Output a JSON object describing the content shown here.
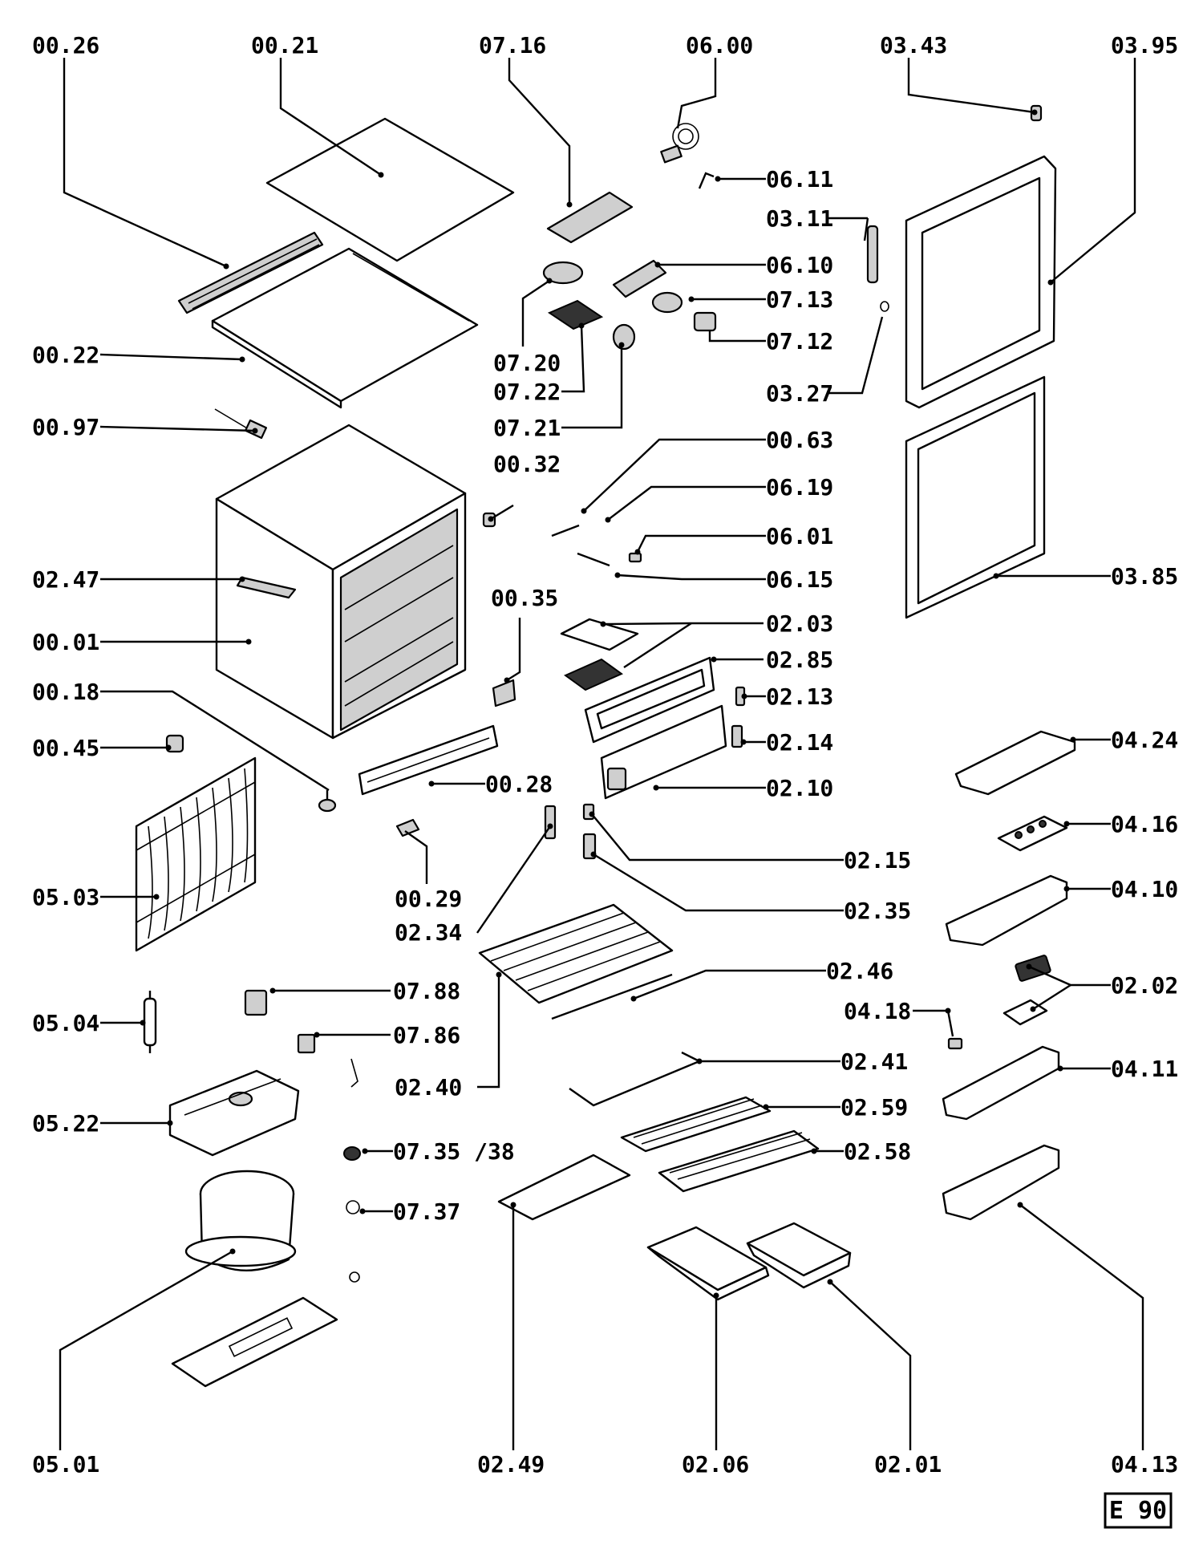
{
  "diagram_code": "E 90",
  "labels": {
    "p0026": "00.26",
    "p0021": "00.21",
    "p0716": "07.16",
    "p0600": "06.00",
    "p0343": "03.43",
    "p0395": "03.95",
    "p0611": "06.11",
    "p0311": "03.11",
    "p0610": "06.10",
    "p0713": "07.13",
    "p0712": "07.12",
    "p0327": "03.27",
    "p0022": "00.22",
    "p0720": "07.20",
    "p0722": "07.22",
    "p0721": "07.21",
    "p0097": "00.97",
    "p0063": "00.63",
    "p0032": "00.32",
    "p0619": "06.19",
    "p0601": "06.01",
    "p0615": "06.15",
    "p0247": "02.47",
    "p0385": "03.85",
    "p0035": "00.35",
    "p0203": "02.03",
    "p0001": "00.01",
    "p0285": "02.85",
    "p0213": "02.13",
    "p0018": "00.18",
    "p0214": "02.14",
    "p0424": "04.24",
    "p0045": "00.45",
    "p0028": "00.28",
    "p0210": "02.10",
    "p0416": "04.16",
    "p0215": "02.15",
    "p0503": "05.03",
    "p0029": "00.29",
    "p0410": "04.10",
    "p0235": "02.35",
    "p0234": "02.34",
    "p0246": "02.46",
    "p0788": "07.88",
    "p0202": "02.02",
    "p0504": "05.04",
    "p0418": "04.18",
    "p0786": "07.86",
    "p0240": "02.40",
    "p0241": "02.41",
    "p0411": "04.11",
    "p0522": "05.22",
    "p0259": "02.59",
    "p0735": "07.35 /38",
    "p0258": "02.58",
    "p0737": "07.37",
    "p0501": "05.01",
    "p0249": "02.49",
    "p0206": "02.06",
    "p0201": "02.01",
    "p0413": "04.13"
  }
}
